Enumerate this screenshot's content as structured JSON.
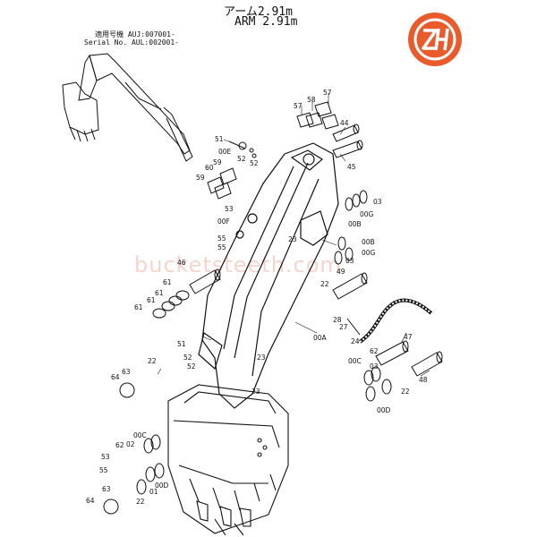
{
  "header": {
    "title_jp": "アーム2.91m",
    "title_en": "ARM 2.91m",
    "serial_line1": "適用号機 AUJ:007001-",
    "serial_line2": "Serial No. AUL:002001-"
  },
  "watermark": "bucketsteeth.com",
  "logo": {
    "name": "zh-logo",
    "color": "#ea5b2c"
  },
  "callouts": [
    {
      "id": "c57a",
      "text": "57"
    },
    {
      "id": "c58",
      "text": "58"
    },
    {
      "id": "c57b",
      "text": "57"
    },
    {
      "id": "c44",
      "text": "44"
    },
    {
      "id": "c45",
      "text": "45"
    },
    {
      "id": "c51a",
      "text": "51"
    },
    {
      "id": "c00E",
      "text": "00E"
    },
    {
      "id": "c52a",
      "text": "52"
    },
    {
      "id": "c52b",
      "text": "52"
    },
    {
      "id": "c60",
      "text": "60"
    },
    {
      "id": "c59a",
      "text": "59"
    },
    {
      "id": "c59b",
      "text": "59"
    },
    {
      "id": "c03a",
      "text": "03"
    },
    {
      "id": "c00G",
      "text": "00G"
    },
    {
      "id": "c00B",
      "text": "00B"
    },
    {
      "id": "c53",
      "text": "53"
    },
    {
      "id": "c00F",
      "text": "00F"
    },
    {
      "id": "c23a",
      "text": "23"
    },
    {
      "id": "c55a",
      "text": "55"
    },
    {
      "id": "c55b",
      "text": "55"
    },
    {
      "id": "c00Bb",
      "text": "00B"
    },
    {
      "id": "c00Gb",
      "text": "00G"
    },
    {
      "id": "c03b",
      "text": "03"
    },
    {
      "id": "c46",
      "text": "46"
    },
    {
      "id": "c49",
      "text": "49"
    },
    {
      "id": "c22a",
      "text": "22"
    },
    {
      "id": "c61a",
      "text": "61"
    },
    {
      "id": "c61b",
      "text": "61"
    },
    {
      "id": "c61c",
      "text": "61"
    },
    {
      "id": "c61d",
      "text": "61"
    },
    {
      "id": "c28",
      "text": "28"
    },
    {
      "id": "c27",
      "text": "27"
    },
    {
      "id": "c24",
      "text": "24"
    },
    {
      "id": "c00A",
      "text": "00A"
    },
    {
      "id": "c47",
      "text": "47"
    },
    {
      "id": "c51b",
      "text": "51"
    },
    {
      "id": "c52c",
      "text": "52"
    },
    {
      "id": "c52d",
      "text": "52"
    },
    {
      "id": "c23b",
      "text": "23"
    },
    {
      "id": "c23c",
      "text": "23"
    },
    {
      "id": "c62a",
      "text": "62"
    },
    {
      "id": "c00C",
      "text": "00C"
    },
    {
      "id": "c03c",
      "text": "03"
    },
    {
      "id": "c63a",
      "text": "63"
    },
    {
      "id": "c22b",
      "text": "22"
    },
    {
      "id": "c64a",
      "text": "64"
    },
    {
      "id": "c48",
      "text": "48"
    },
    {
      "id": "c22c",
      "text": "22"
    },
    {
      "id": "c00D",
      "text": "00D"
    },
    {
      "id": "c00Cb",
      "text": "00C"
    },
    {
      "id": "c02",
      "text": "02"
    },
    {
      "id": "c62b",
      "text": "62"
    },
    {
      "id": "c53b",
      "text": "53"
    },
    {
      "id": "c55c",
      "text": "55"
    },
    {
      "id": "c63b",
      "text": "63"
    },
    {
      "id": "c00Db",
      "text": "00D"
    },
    {
      "id": "c01",
      "text": "01"
    },
    {
      "id": "c22d",
      "text": "22"
    },
    {
      "id": "c64b",
      "text": "64"
    }
  ]
}
